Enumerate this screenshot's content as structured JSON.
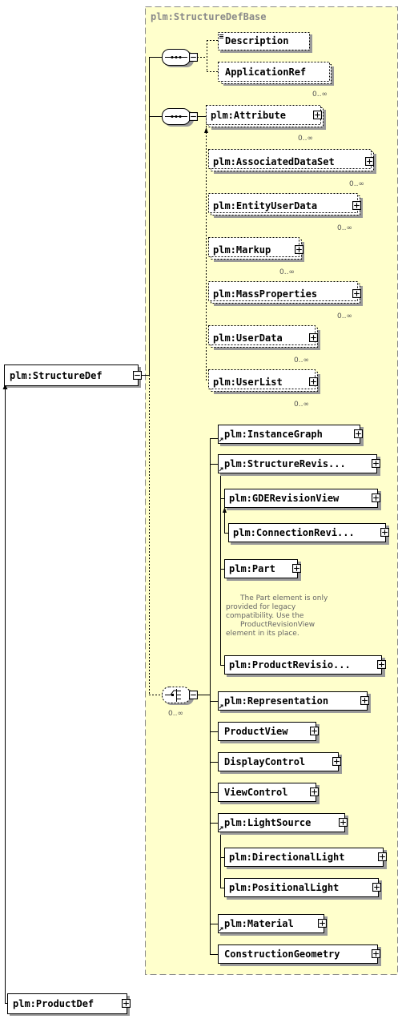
{
  "group": {
    "title": "plm:StructureDefBase"
  },
  "root": {
    "label": "plm:StructureDef"
  },
  "bottom": {
    "label": "plm:ProductDef"
  },
  "sequence1": {
    "description": "Description",
    "application_ref": "ApplicationRef",
    "application_ref_card": "0..∞"
  },
  "sequence2": {
    "items": [
      {
        "label": "plm:Attribute",
        "card": "0..∞"
      },
      {
        "label": "plm:AssociatedDataSet",
        "card": "0..∞"
      },
      {
        "label": "plm:EntityUserData",
        "card": "0..∞"
      },
      {
        "label": "plm:Markup",
        "card": "0..∞"
      },
      {
        "label": "plm:MassProperties",
        "card": "0..∞"
      },
      {
        "label": "plm:UserData",
        "card": "0..∞"
      },
      {
        "label": "plm:UserList",
        "card": "0..∞"
      }
    ]
  },
  "choice": {
    "card": "0..∞",
    "instance_graph": "plm:InstanceGraph",
    "structure_revision": "plm:StructureRevis...",
    "gde_revision_view": "plm:GDERevisionView",
    "connection_revision": "plm:ConnectionRevi...",
    "part": "plm:Part",
    "part_note": [
      "The Part element is only",
      "provided for legacy",
      "compatibility. Use the",
      "ProductRevisionView",
      "element in its place."
    ],
    "product_revision": "plm:ProductRevisio...",
    "representation": "plm:Representation",
    "product_view": "ProductView",
    "display_control": "DisplayControl",
    "view_control": "ViewControl",
    "light_source": "plm:LightSource",
    "directional_light": "plm:DirectionalLight",
    "positional_light": "plm:PositionalLight",
    "material": "plm:Material",
    "construction_geometry": "ConstructionGeometry"
  },
  "colors": {
    "group_fill": "#ffffcc",
    "group_border": "#8a8a8a",
    "box_fill": "#ffffff",
    "shadow": "#9a9a9a",
    "line": "#000000"
  }
}
